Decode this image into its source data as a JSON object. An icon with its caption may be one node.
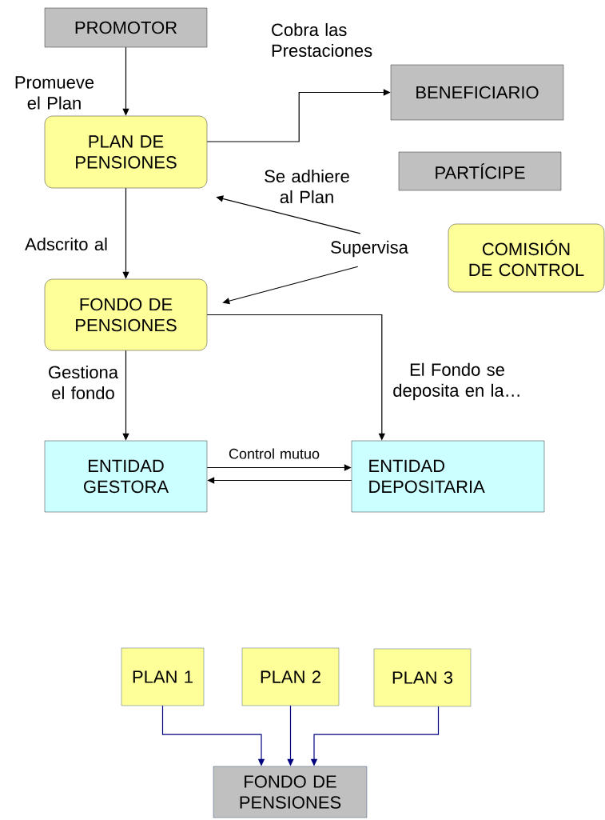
{
  "diagram": {
    "nodes": [
      {
        "text": [
          "PROMOTOR"
        ]
      },
      {
        "text": [
          "BENEFICIARIO"
        ]
      },
      {
        "text": [
          "PLAN DE PENSIONES"
        ]
      },
      {
        "text": [
          "PARTÍCIPE"
        ]
      },
      {
        "text": [
          "Supervisa"
        ]
      },
      {
        "text": [
          "COMISIÓN DE CONTROL"
        ]
      },
      {
        "text": [
          "FONDO DE PENSIONES"
        ]
      },
      {
        "text": [
          "ENTIDAD GESTORA"
        ]
      },
      {
        "text": [
          "ENTIDAD DEPOSITARIA"
        ]
      },
      {
        "text": [
          "PLAN 1"
        ]
      },
      {
        "text": [
          "PLAN 2"
        ]
      },
      {
        "text": [
          "PLAN 3"
        ]
      },
      {
        "text": [
          "FONDO DE PENSIONES"
        ]
      }
    ],
    "edges": [
      {
        "from": 0,
        "to": 2,
        "arrow": "to",
        "label": "Promueve el Plan"
      },
      {
        "from": 2,
        "to": 1,
        "arrow": "to",
        "label": "Cobra las Prestaciones"
      },
      {
        "from": 4,
        "to": 2,
        "arrow": "to"
      },
      {
        "from": 4,
        "to": 6,
        "arrow": "to"
      },
      {
        "from": 2,
        "to": 6,
        "arrow": "to",
        "label": "Adscrito al"
      },
      {
        "from": 6,
        "to": 7,
        "arrow": "to",
        "label": "Gestiona el fondo"
      },
      {
        "from": 6,
        "to": 8,
        "arrow": "to",
        "label": "El Fondo se deposita en la…"
      },
      {
        "from": 7,
        "to": 8,
        "arrow": "to",
        "label": "Control mutuo"
      },
      {
        "from": 8,
        "to": 7,
        "arrow": "to"
      },
      {
        "from": 9,
        "to": 12,
        "arrow": "to",
        "color": "#000080"
      },
      {
        "from": 10,
        "to": 12,
        "arrow": "to",
        "color": "#000080"
      },
      {
        "from": 11,
        "to": 12,
        "arrow": "to",
        "color": "#000080"
      }
    ],
    "labels": [
      "Se adhiere al Plan"
    ]
  }
}
